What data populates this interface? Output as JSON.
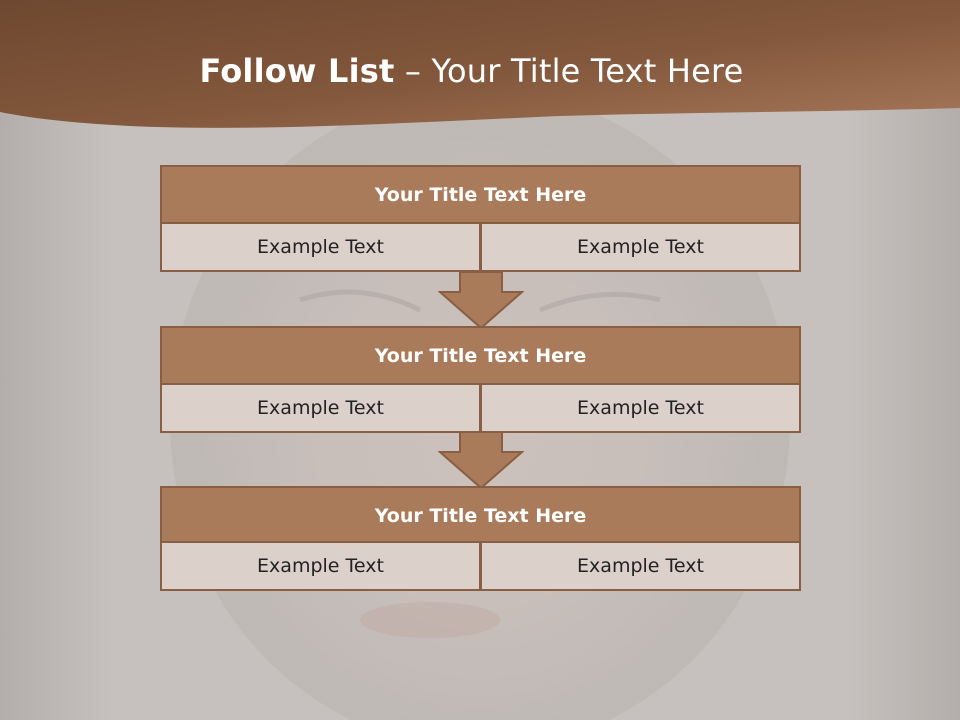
{
  "slide": {
    "title_bold": "Follow List",
    "title_separator": "–",
    "title_rest": "Your Title Text Here"
  },
  "blocks": [
    {
      "title": "Your Title Text Here",
      "left": "Example Text",
      "right": "Example Text"
    },
    {
      "title": "Your Title Text Here",
      "left": "Example Text",
      "right": "Example Text"
    },
    {
      "title": "Your Title Text Here",
      "left": "Example Text",
      "right": "Example Text"
    }
  ],
  "colors": {
    "header_band": "#7a5038",
    "title_box": "#a97b5a",
    "border": "#8a5e43",
    "cell": "#dcd0cb",
    "arrow": "#a97b5a"
  },
  "icons": [
    "down-arrow-icon",
    "down-arrow-icon"
  ]
}
